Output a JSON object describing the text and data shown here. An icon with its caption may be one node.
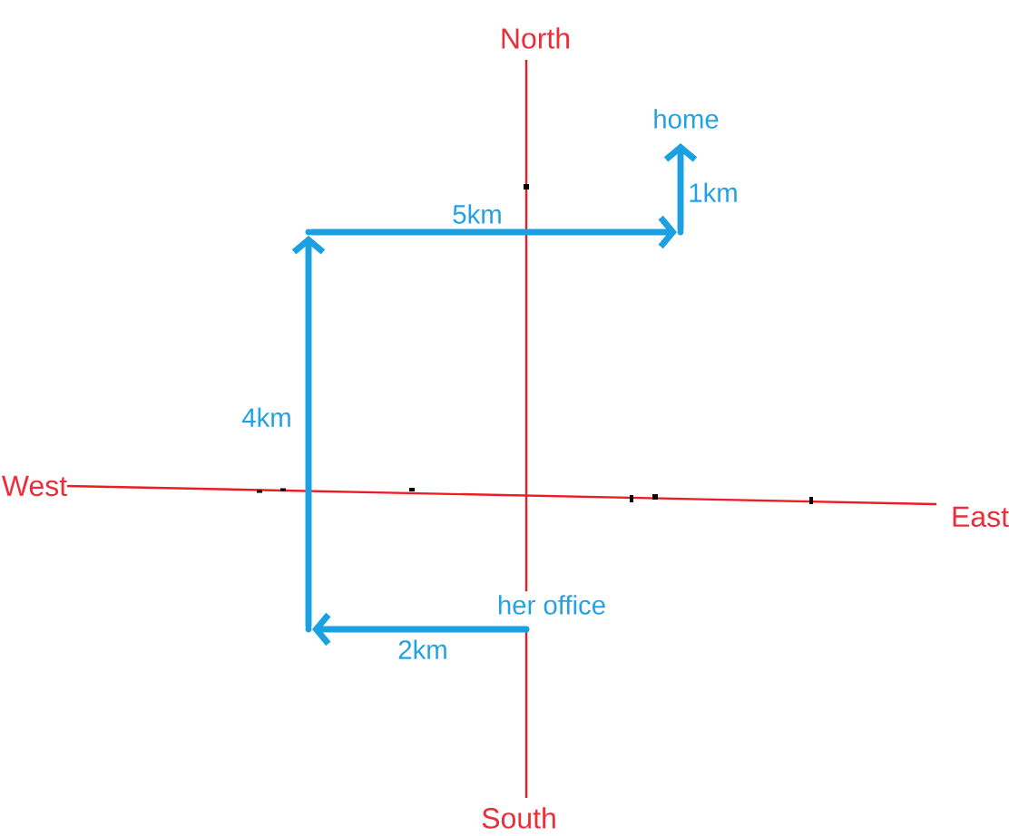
{
  "diagram": {
    "nodes": [
      {
        "text": [
          "her office"
        ]
      },
      {
        "text": [],
        "shape": "point"
      },
      {
        "text": [],
        "shape": "point"
      },
      {
        "text": [],
        "shape": "point"
      },
      {
        "text": [
          "home"
        ]
      }
    ],
    "edges": [
      {
        "from": 0,
        "to": 1,
        "arrow": "to",
        "label": "2km"
      },
      {
        "from": 1,
        "to": 2,
        "arrow": "to",
        "label": "4km"
      },
      {
        "from": 2,
        "to": 3,
        "arrow": "to",
        "label": "5km"
      },
      {
        "from": 3,
        "to": 4,
        "arrow": "to",
        "label": "1km"
      }
    ],
    "labels": [
      "North",
      "West",
      "East",
      "South"
    ]
  }
}
